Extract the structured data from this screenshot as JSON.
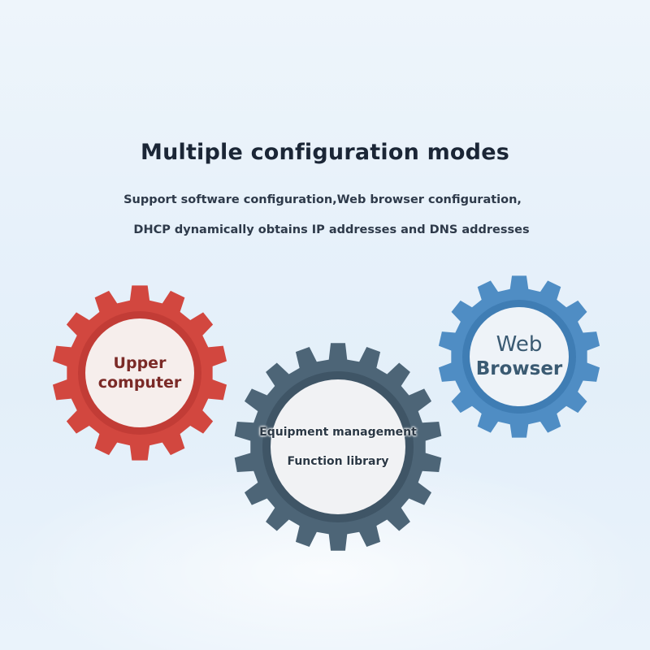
{
  "heading": {
    "title": "Multiple configuration modes",
    "subtitle_line1": "Support software configuration,Web browser configuration,",
    "subtitle_line2": "DHCP dynamically obtains IP addresses and DNS addresses"
  },
  "gears": {
    "upper_computer": {
      "line1": "Upper",
      "line2": "computer",
      "color": "#d2473f",
      "icon": "gear-icon"
    },
    "web_browser": {
      "line1": "Web",
      "line2": "Browser",
      "color": "#4f8dc4",
      "icon": "gear-icon"
    },
    "equipment": {
      "line1": "Equipment management",
      "line2": "Function library",
      "color": "#4d6577",
      "icon": "gear-icon"
    }
  }
}
